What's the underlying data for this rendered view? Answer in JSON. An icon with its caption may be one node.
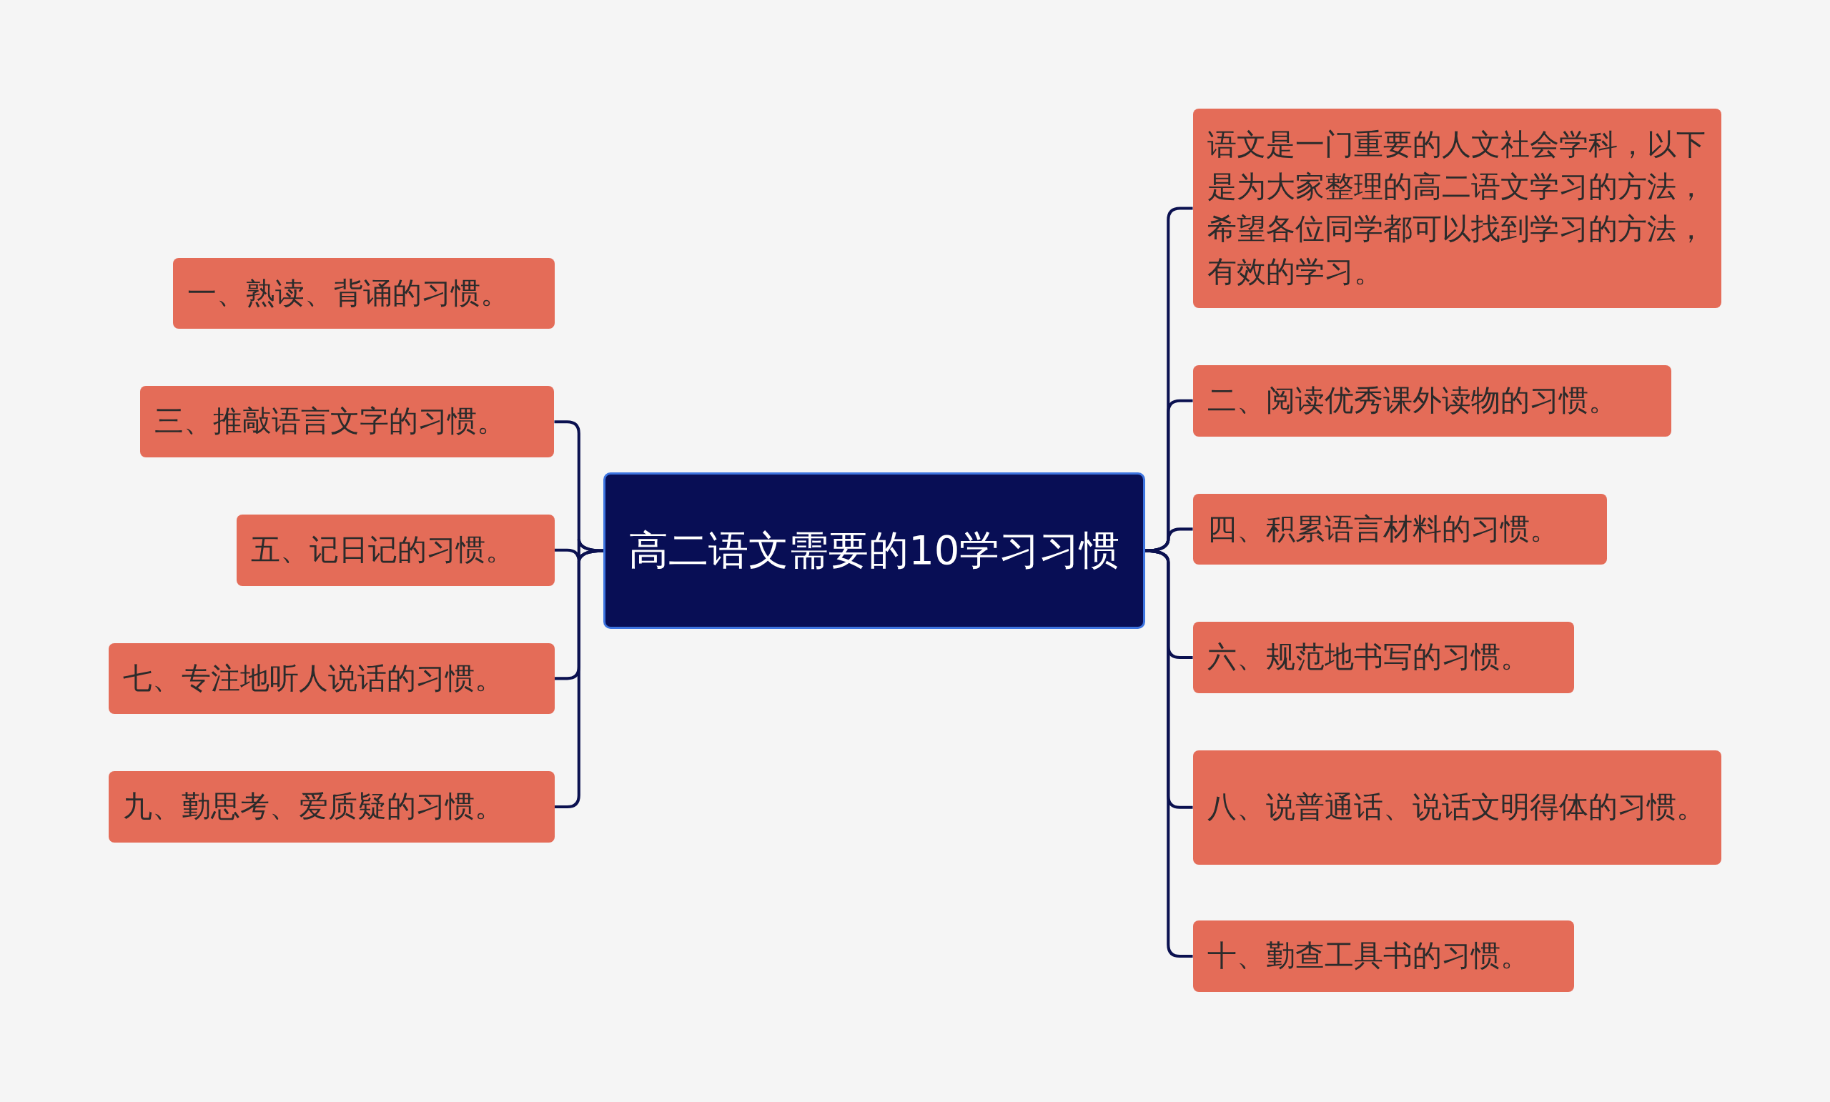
{
  "diagram": {
    "nodes": [
      {
        "text": [
          "高二语文需要的10学习习惯"
        ]
      },
      {
        "text": [
          "一、熟读、背诵的习惯。"
        ]
      },
      {
        "text": [
          "三、推敲语言文字的习惯。"
        ]
      },
      {
        "text": [
          "五、记日记的习惯。"
        ]
      },
      {
        "text": [
          "七、专注地听人说话的习惯。"
        ]
      },
      {
        "text": [
          "九、勤思考、爱质疑的习惯。"
        ]
      },
      {
        "text": [
          "语文是一门重要的人文社会学科，以下是为大家整理的高二语文学习的方法，希望各位同学都可以找到学习的方法，有效的学习。"
        ]
      },
      {
        "text": [
          "二、阅读优秀课外读物的习惯。"
        ]
      },
      {
        "text": [
          "四、积累语言材料的习惯。"
        ]
      },
      {
        "text": [
          "六、规范地书写的习惯。"
        ]
      },
      {
        "text": [
          "八、说普通话、说话文明得体的习惯。"
        ]
      },
      {
        "text": [
          "十、勤查工具书的习惯。"
        ]
      }
    ],
    "edges": [
      {
        "from": 0,
        "to": 2,
        "arrow": "none"
      },
      {
        "from": 0,
        "to": 3,
        "arrow": "none"
      },
      {
        "from": 0,
        "to": 4,
        "arrow": "none"
      },
      {
        "from": 0,
        "to": 5,
        "arrow": "none"
      },
      {
        "from": 0,
        "to": 6,
        "arrow": "none"
      },
      {
        "from": 0,
        "to": 7,
        "arrow": "none"
      },
      {
        "from": 0,
        "to": 8,
        "arrow": "none"
      },
      {
        "from": 0,
        "to": 9,
        "arrow": "none"
      },
      {
        "from": 0,
        "to": 10,
        "arrow": "none"
      },
      {
        "from": 0,
        "to": 11,
        "arrow": "none"
      }
    ]
  }
}
